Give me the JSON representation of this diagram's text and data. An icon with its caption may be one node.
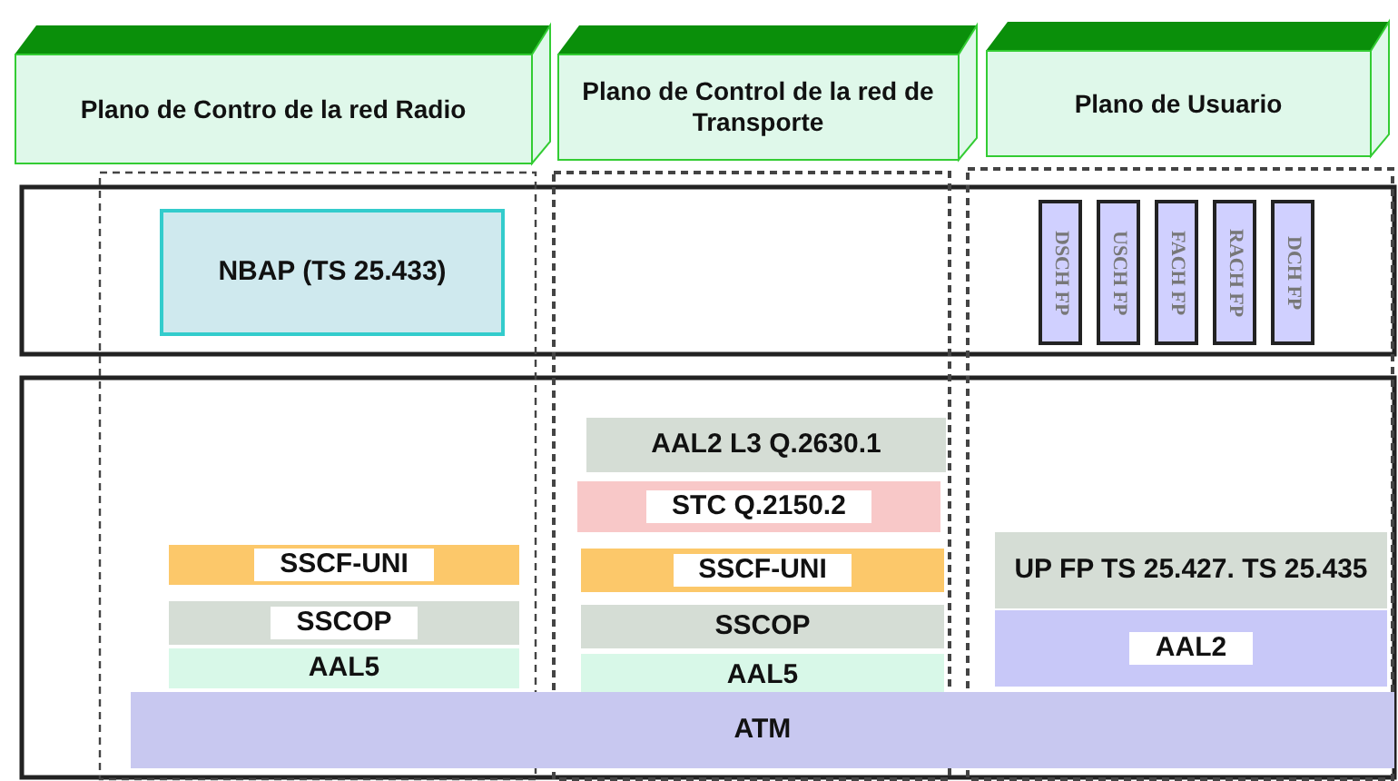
{
  "diagram": {
    "nodes": [
      {
        "text": [
          "Plano de Contro de la red Radio"
        ]
      },
      {
        "text": [
          "Plano de Control de la red de Transporte"
        ]
      },
      {
        "text": [
          "Plano de Usuario"
        ]
      },
      {
        "text": [
          "NBAP (TS 25.433)"
        ]
      },
      {
        "text": [
          "DSCH FP"
        ]
      },
      {
        "text": [
          "USCH FP"
        ]
      },
      {
        "text": [
          "FACH FP"
        ]
      },
      {
        "text": [
          "RACH FP"
        ]
      },
      {
        "text": [
          "DCH FP"
        ]
      },
      {
        "text": [
          "AAL2 L3 Q.2630.1"
        ]
      },
      {
        "text": [
          "STC Q.2150.2"
        ]
      },
      {
        "text": [
          "UP FP TS 25.427. TS 25.435"
        ]
      },
      {
        "text": [
          "SSCF-UNI"
        ]
      },
      {
        "text": [
          "SSCF-UNI"
        ]
      },
      {
        "text": [
          "SSCOP"
        ]
      },
      {
        "text": [
          "SSCOP"
        ]
      },
      {
        "text": [
          "AAL2"
        ]
      },
      {
        "text": [
          "AAL5"
        ]
      },
      {
        "text": [
          "AAL5"
        ]
      },
      {
        "text": [
          "ATM"
        ]
      }
    ],
    "edges": []
  }
}
